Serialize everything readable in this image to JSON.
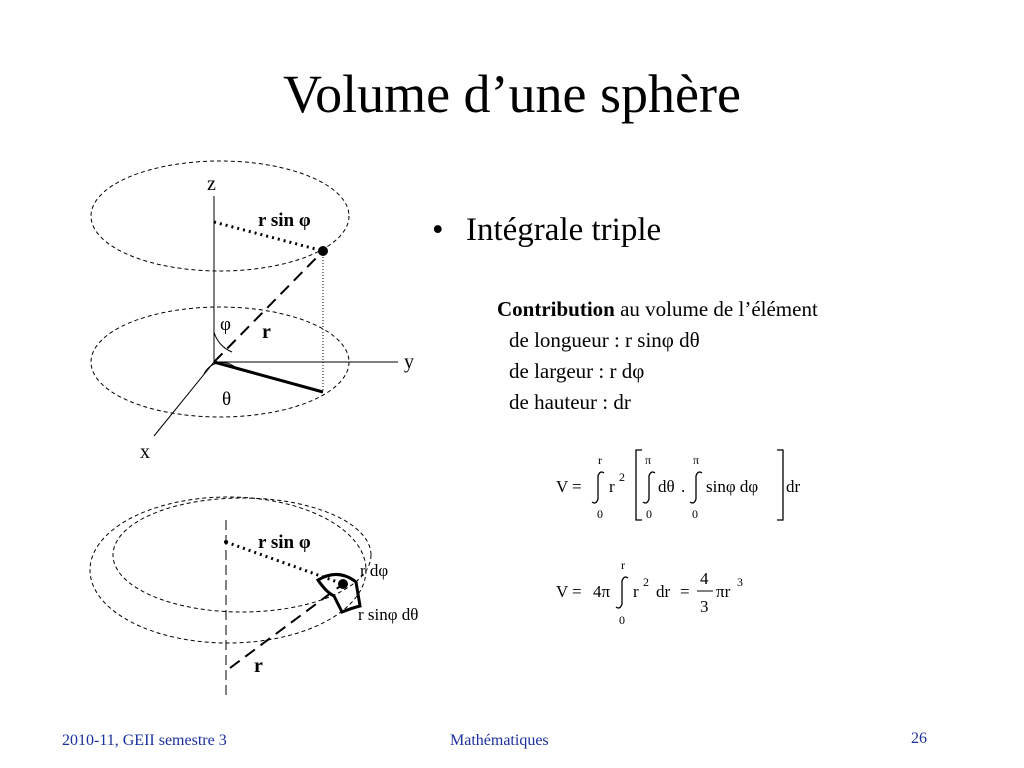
{
  "slide": {
    "title": "Volume d’une sphère"
  },
  "bullet": "Intégrale triple",
  "contribution": {
    "bold": "Contribution",
    "rest": " au volume de l’élément",
    "lines": [
      "de longueur : r sinφ dθ",
      "de largeur : r dφ",
      "de hauteur : dr"
    ]
  },
  "diagram_top": {
    "z": "z",
    "y": "y",
    "x": "x",
    "rsin": "r sin φ",
    "r": "r",
    "phi": "φ",
    "theta": "θ"
  },
  "diagram_bottom": {
    "rsin": "r sin φ",
    "rdphi": "r dφ",
    "rsindtheta": "r sinφ dθ",
    "r": "r"
  },
  "formula1": {
    "V": "V",
    "eq": "=",
    "r_upper": "r",
    "lower0a": "0",
    "r2": "r",
    "sq": "2",
    "pi1": "π",
    "lower0b": "0",
    "dtheta": "dθ",
    "dot": ".",
    "pi2": "π",
    "lower0c": "0",
    "sinphi": "sinφ dφ",
    "dr": "dr"
  },
  "formula2": {
    "V": "V",
    "eq1": "=",
    "four_pi": "4π",
    "r_upper": "r",
    "lower0": "0",
    "r2": "r",
    "sq": "2",
    "dr": "dr",
    "eq2": "=",
    "num": "4",
    "den": "3",
    "pir": "πr",
    "cube": "3"
  },
  "footer": {
    "left": "2010-11, GEII semestre 3",
    "center": "Mathématiques",
    "page": "26"
  },
  "colors": {
    "footer": "#1a2fa0"
  }
}
